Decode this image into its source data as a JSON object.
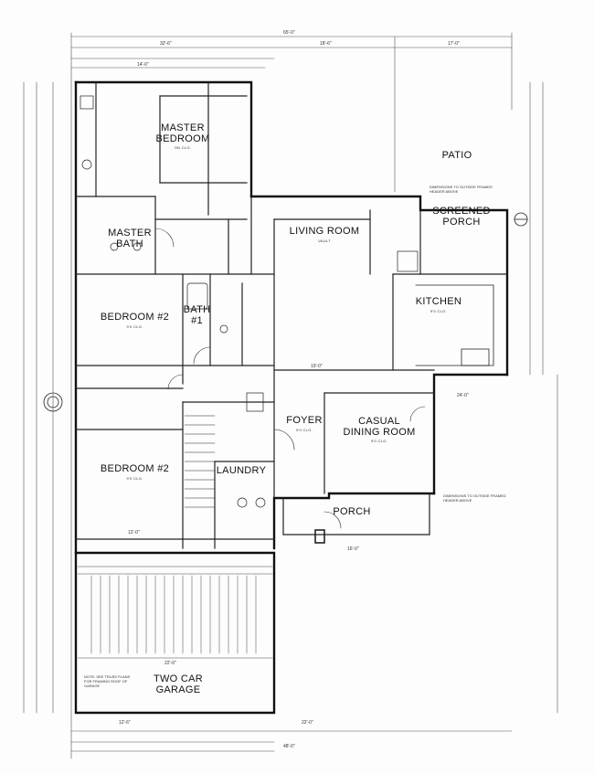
{
  "rooms": {
    "master_bedroom": {
      "name_line1": "MASTER",
      "name_line2": "BEDROOM",
      "sub": "ON CLG."
    },
    "master_bath": {
      "name_line1": "MASTER",
      "name_line2": "BATH"
    },
    "living_room": {
      "name": "LIVING ROOM",
      "sub": "VAULT"
    },
    "patio": {
      "name": "PATIO"
    },
    "screened_porch": {
      "name_line1": "SCREENED",
      "name_line2": "PORCH"
    },
    "kitchen": {
      "name": "KITCHEN",
      "sub": "9'0 CLG."
    },
    "bedroom_2_upper": {
      "name": "BEDROOM #2",
      "sub": "9'0 CLG."
    },
    "bath_1": {
      "name_line1": "BATH",
      "name_line2": "#1"
    },
    "foyer": {
      "name": "FOYER",
      "sub": "9'0 CLG."
    },
    "casual_dining": {
      "name_line1": "CASUAL",
      "name_line2": "DINING ROOM",
      "sub": "9'0 CLG."
    },
    "bedroom_2_lower": {
      "name": "BEDROOM #2",
      "sub": "9'0 CLG."
    },
    "laundry": {
      "name": "LAUNDRY"
    },
    "porch": {
      "name": "PORCH"
    },
    "garage": {
      "name_line1": "TWO CAR",
      "name_line2": "GARAGE"
    }
  },
  "dimensions": {
    "overall_top": "65'-0\"",
    "top_left": "32'-6\"",
    "top_mid": "18'-6\"",
    "top_right": "17'-0\"",
    "bed_width": "14'-0\"",
    "lower_bed": "12'-0\"",
    "living_bottom": "19'-0\"",
    "kitchen_right": "24'-0\"",
    "bottom_left": "12'-6\"",
    "bottom_mid": "22'-0\"",
    "bottom_overall": "48'-0\"",
    "garage_width": "22'-0\"",
    "porch_dim": "16'-0\""
  },
  "notes": {
    "patio_note": "DIMENSIONS TO OUTSIDE FRAMED HEADER ABOVE",
    "porch_note": "DIMENSIONS TO OUTSIDE FRAMED HEADER ABOVE",
    "garage_note": "NOTE: SEE TRUSS PLANS FOR FRAMING ROOF OF GARAGE"
  }
}
